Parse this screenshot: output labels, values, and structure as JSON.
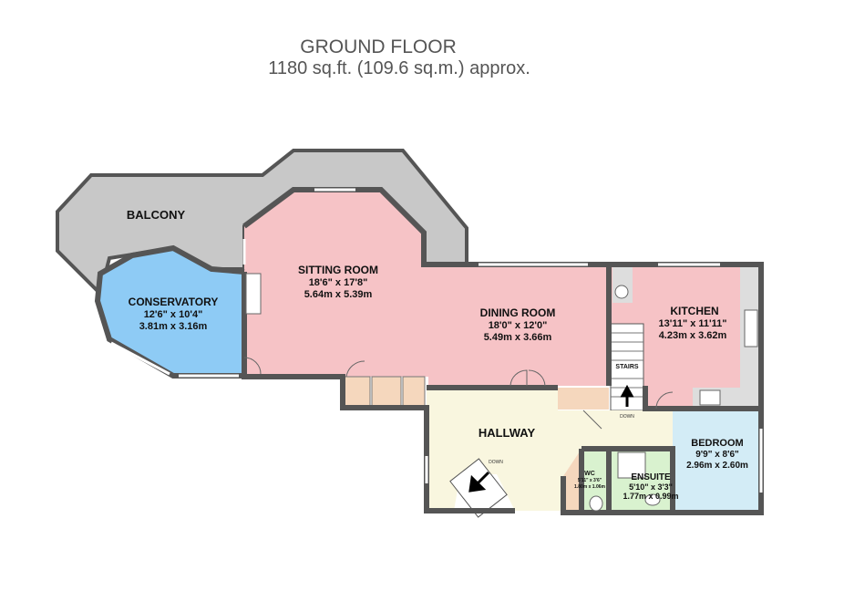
{
  "header": {
    "floor_name": "GROUND FLOOR",
    "area": "1180 sq.ft. (109.6 sq.m.) approx."
  },
  "colors": {
    "balcony": "#c8c8c8",
    "conservatory": "#8ecbf5",
    "living": "#f6c3c6",
    "hallway": "#f9f6df",
    "bedroom": "#d3ecf6",
    "ensuite": "#d9f2cf",
    "wc": "#d9f2cf",
    "store": "#f5d7bd",
    "wall": "#555555"
  },
  "rooms": {
    "balcony": {
      "name": "BALCONY"
    },
    "conservatory": {
      "name": "CONSERVATORY",
      "imperial": "12'6\"  x 10'4\"",
      "metric": "3.81m  x 3.16m"
    },
    "sitting": {
      "name": "SITTING ROOM",
      "imperial": "18'6\"  x 17'8\"",
      "metric": "5.64m  x 5.39m"
    },
    "dining": {
      "name": "DINING ROOM",
      "imperial": "18'0\"  x 12'0\"",
      "metric": "5.49m  x 3.66m"
    },
    "kitchen": {
      "name": "KITCHEN",
      "imperial": "13'11\"  x 11'11\"",
      "metric": "4.23m  x 3.62m"
    },
    "hallway": {
      "name": "HALLWAY"
    },
    "bedroom": {
      "name": "BEDROOM",
      "imperial": "9'9\"  x 8'6\"",
      "metric": "2.96m  x 2.60m"
    },
    "ensuite": {
      "name": "ENSUITE",
      "imperial": "5'10\"  x 3'3\"",
      "metric": "1.77m  x 0.99m"
    },
    "wc": {
      "name": "WC",
      "imperial": "5'11\"  x 3'6\"",
      "metric": "1.80m  x 1.06m"
    }
  },
  "annotations": {
    "stairs": "STAIRS",
    "down_1": "DOWN",
    "down_2": "DOWN"
  }
}
